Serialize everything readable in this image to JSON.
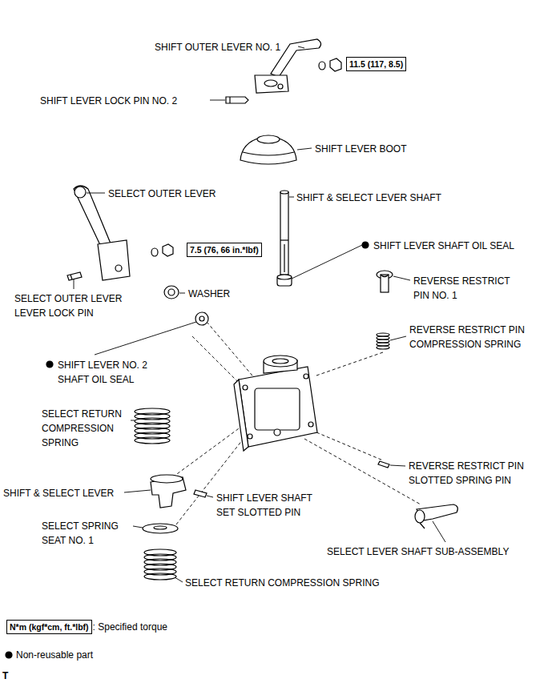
{
  "diagram": {
    "nodes": [
      {
        "text": [
          "11.5 (117, 8.5)"
        ]
      },
      {
        "text": [
          "7.5 (76, 66 in.*lbf)"
        ]
      },
      {
        "text": [
          "N*m (kgf*cm, ft.*lbf)"
        ]
      }
    ],
    "labels": [
      "SHIFT OUTER LEVER NO. 1",
      "SHIFT LEVER LOCK PIN NO. 2",
      "SHIFT LEVER BOOT",
      "SELECT OUTER LEVER",
      "SHIFT & SELECT LEVER SHAFT",
      "SHIFT LEVER SHAFT OIL SEAL",
      "REVERSE RESTRICT PIN NO. 1",
      "WASHER",
      "SELECT OUTER LEVER LEVER LOCK PIN",
      "SHIFT LEVER NO. 2 SHAFT OIL SEAL",
      "REVERSE RESTRICT PIN COMPRESSION SPRING",
      "SELECT RETURN COMPRESSION SPRING",
      "SHIFT & SELECT LEVER",
      "SHIFT LEVER SHAFT SET SLOTTED PIN",
      "REVERSE RESTRICT PIN SLOTTED SPRING PIN",
      "SELECT SPRING SEAT NO. 1",
      "SELECT RETURN COMPRESSION SPRING",
      "SELECT LEVER SHAFT SUB-ASSEMBLY",
      "T"
    ],
    "legend": [
      {
        "text": ": Specified torque"
      },
      {
        "text": "Non-reusable part"
      }
    ]
  }
}
